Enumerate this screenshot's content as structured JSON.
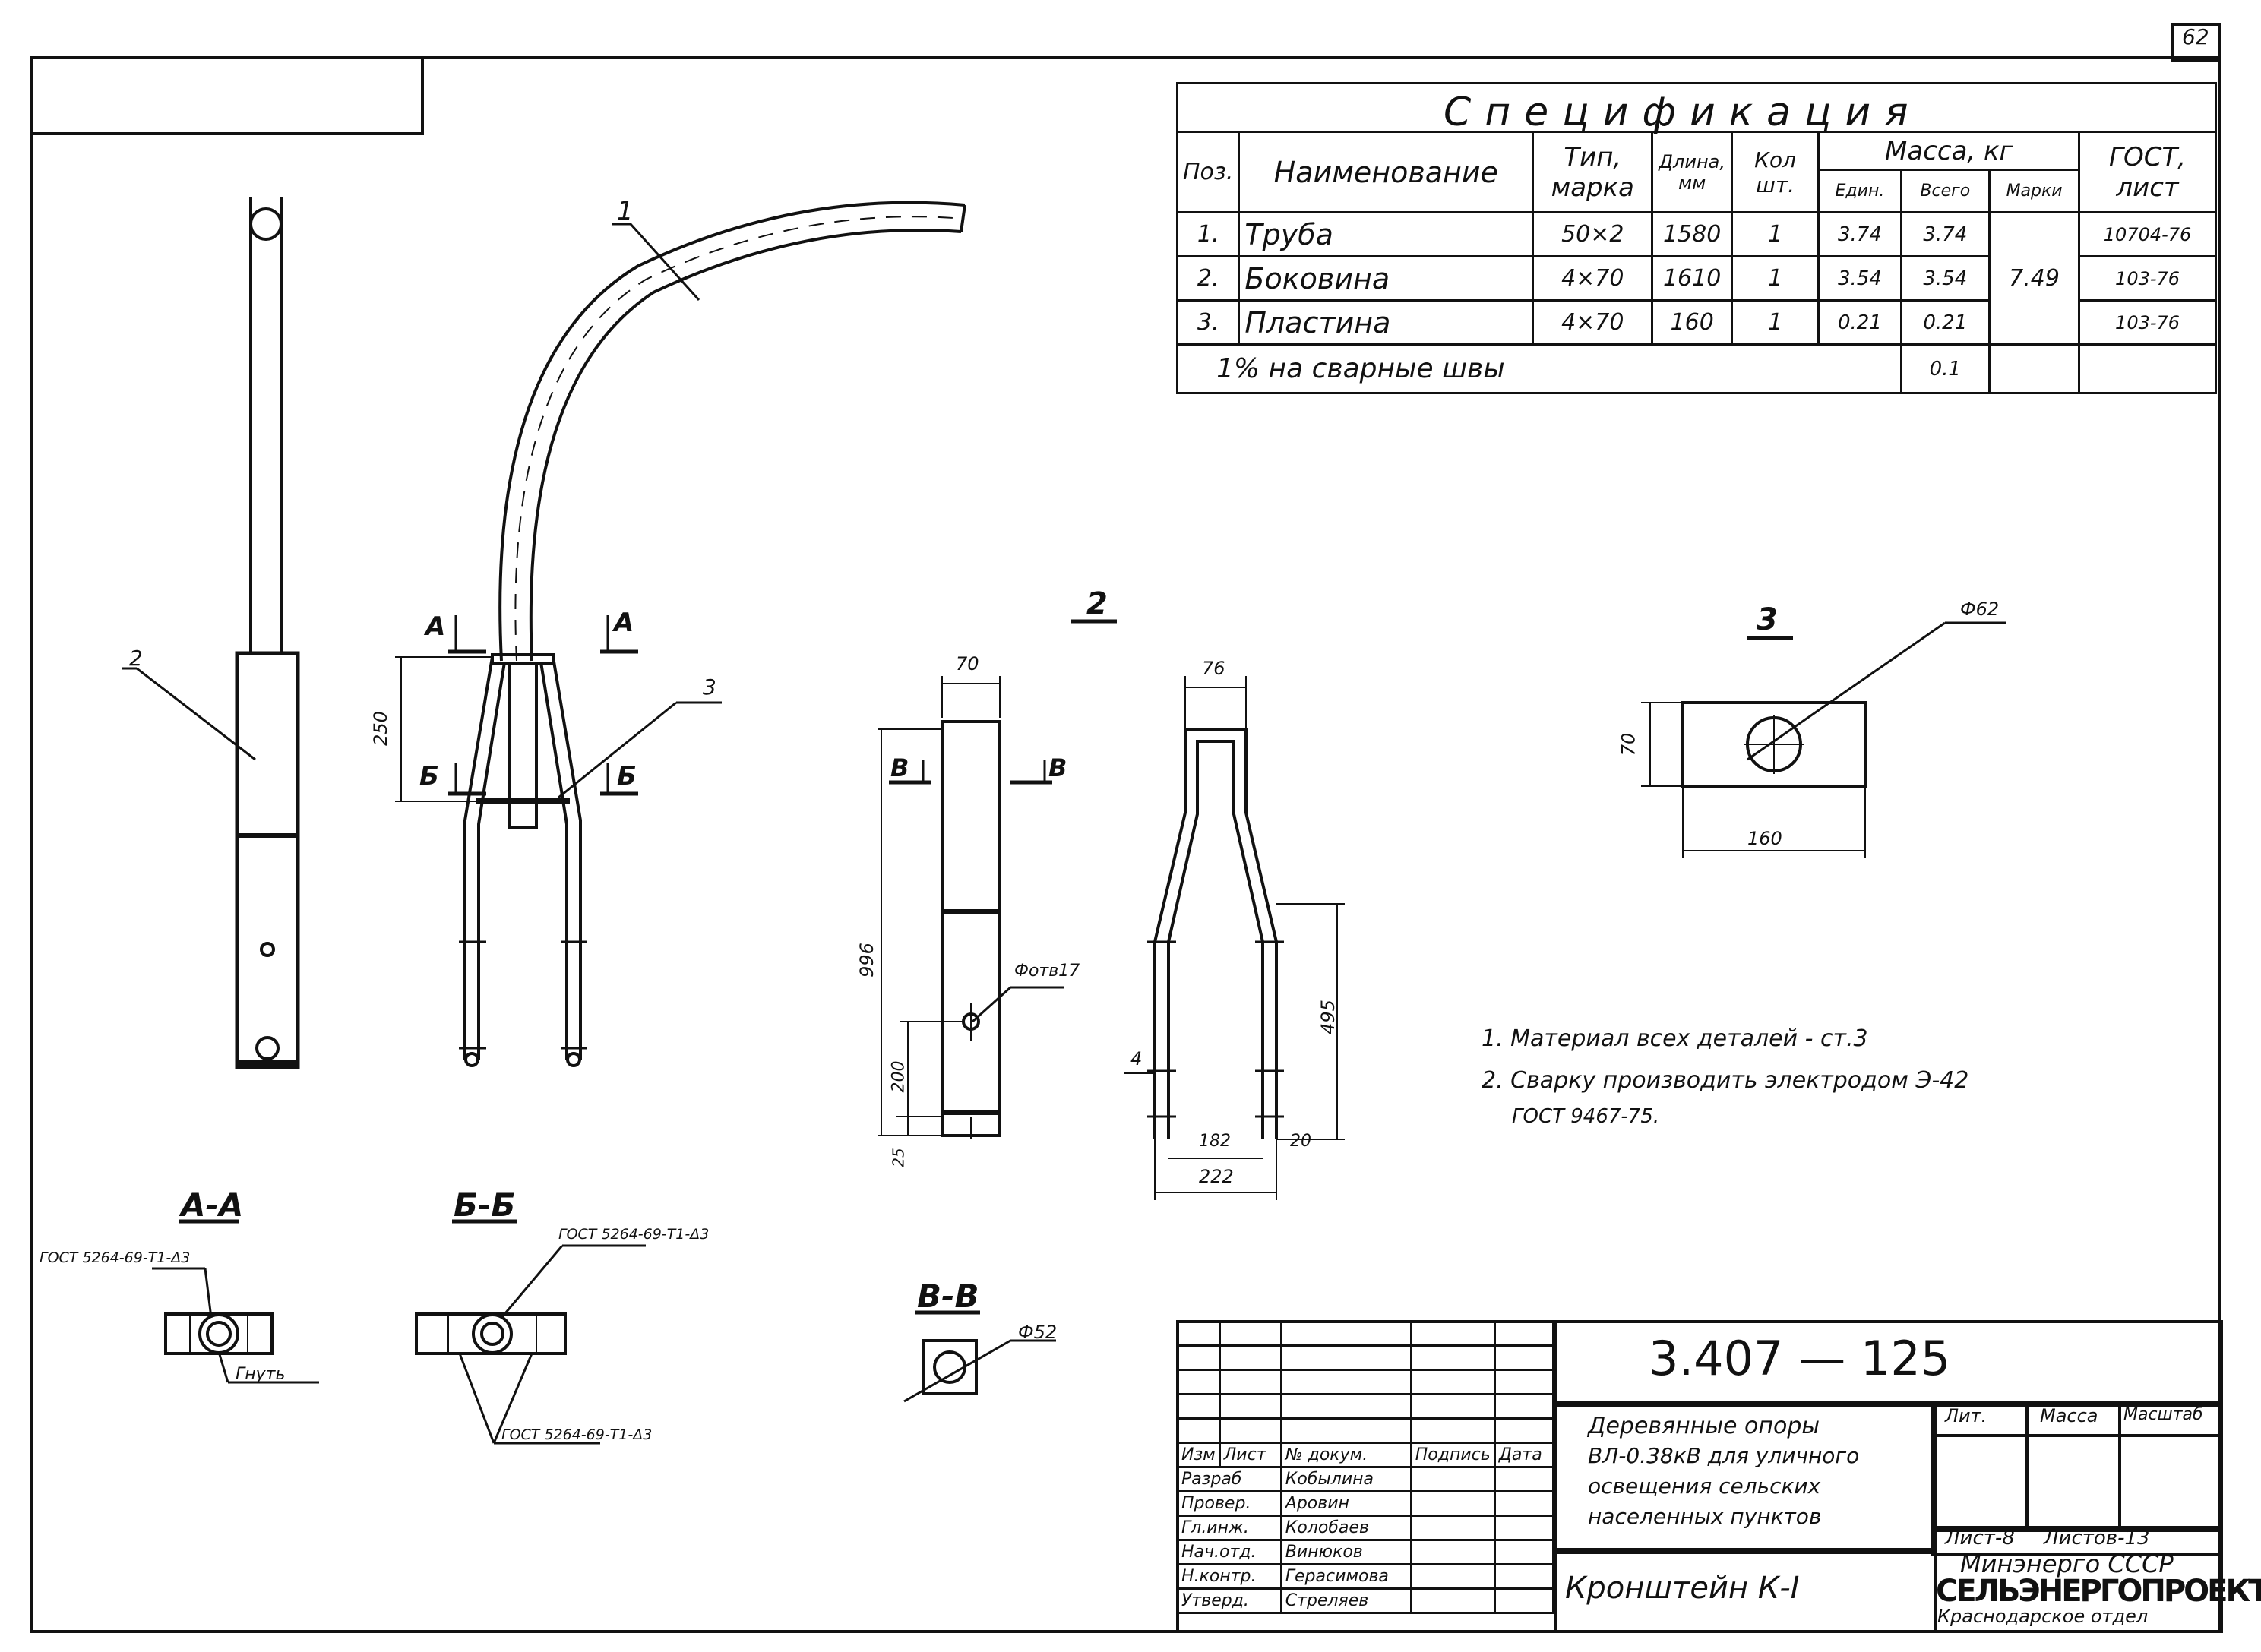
{
  "page_number": "62",
  "spec": {
    "title": "Спецификация",
    "headers": {
      "pos": "Поз.",
      "name": "Наименование",
      "type": "Тип, марка",
      "length": "Длина, мм",
      "qty": "Кол шт.",
      "mass": "Масса, кг",
      "mass_unit": "Един.",
      "mass_total": "Всего",
      "mass_mark": "Марки",
      "gost": "ГОСТ, лист"
    },
    "rows": [
      {
        "pos": "1.",
        "name": "Труба",
        "type": "50×2",
        "length": "1580",
        "qty": "1",
        "unit": "3.74",
        "total": "3.74",
        "gost": "10704-76"
      },
      {
        "pos": "2.",
        "name": "Боковина",
        "type": "4×70",
        "length": "1610",
        "qty": "1",
        "unit": "3.54",
        "total": "3.54",
        "gost": "103-76"
      },
      {
        "pos": "3.",
        "name": "Пластина",
        "type": "4×70",
        "length": "160",
        "qty": "1",
        "unit": "0.21",
        "total": "0.21",
        "gost": "103-76"
      }
    ],
    "mark_mass": "7.49",
    "weld_note": "1% на сварные швы",
    "weld_mass": "0.1"
  },
  "drawing": {
    "callouts": {
      "c1": "1",
      "c2": "2",
      "c3": "3"
    },
    "sections": {
      "aa_left": "А",
      "aa_right": "А",
      "bb_left": "Б",
      "bb_right": "Б",
      "vv_left": "В",
      "vv_right": "В"
    },
    "dims": {
      "d250": "250",
      "d70": "70",
      "d76": "76",
      "d996": "996",
      "d200": "200",
      "d25": "25",
      "d4": "4",
      "d495": "495",
      "d182": "182",
      "d222": "222",
      "d20": "20",
      "hole": "Фотв17",
      "phi62": "Ф62",
      "d70b": "70",
      "d160": "160",
      "phi52": "Ф52"
    },
    "detail2": "2",
    "detail3": "3",
    "section_aa": "А-А",
    "section_bb": "Б-Б",
    "section_vv": "В-В",
    "gost_aa": "ГОСТ 5264-69-Т1-Δ3",
    "bend_aa": "Гнуть",
    "gost_bb_top": "ГОСТ 5264-69-Т1-Δ3",
    "gost_bb_bottom": "ГОСТ 5264-69-Т1-Δ3"
  },
  "notes": [
    "1. Материал всех деталей - ст.3",
    "2. Сварку производить электродом Э-42",
    "ГОСТ 9467-75."
  ],
  "title_block": {
    "code": "3.407 — 125",
    "description": [
      "Деревянные опоры",
      "ВЛ-0.38кВ для уличного",
      "освещения сельских",
      "населенных пунктов"
    ],
    "item": "Кронштейн  К-I",
    "cols": {
      "lit": "Лит.",
      "mass": "Масса",
      "scale": "Масштаб"
    },
    "sheet": "Лист-8",
    "sheets": "Листов-13",
    "org1": "Минэнерго СССР",
    "org2": "СЕЛЬЭНЕРГОПРОЕКТ",
    "org3": "Краснодарское отдел",
    "head": [
      "Изм",
      "Лист",
      "№ докум.",
      "Подпись",
      "Дата"
    ],
    "people": [
      {
        "role": "Разраб",
        "name": "Кобылина"
      },
      {
        "role": "Провер.",
        "name": "Аровин"
      },
      {
        "role": "Гл.инж.",
        "name": "Колобаев"
      },
      {
        "role": "Нач.отд.",
        "name": "Винюков"
      },
      {
        "role": "Н.контр.",
        "name": "Герасимова"
      },
      {
        "role": "Утверд.",
        "name": "Стреляев"
      }
    ]
  }
}
